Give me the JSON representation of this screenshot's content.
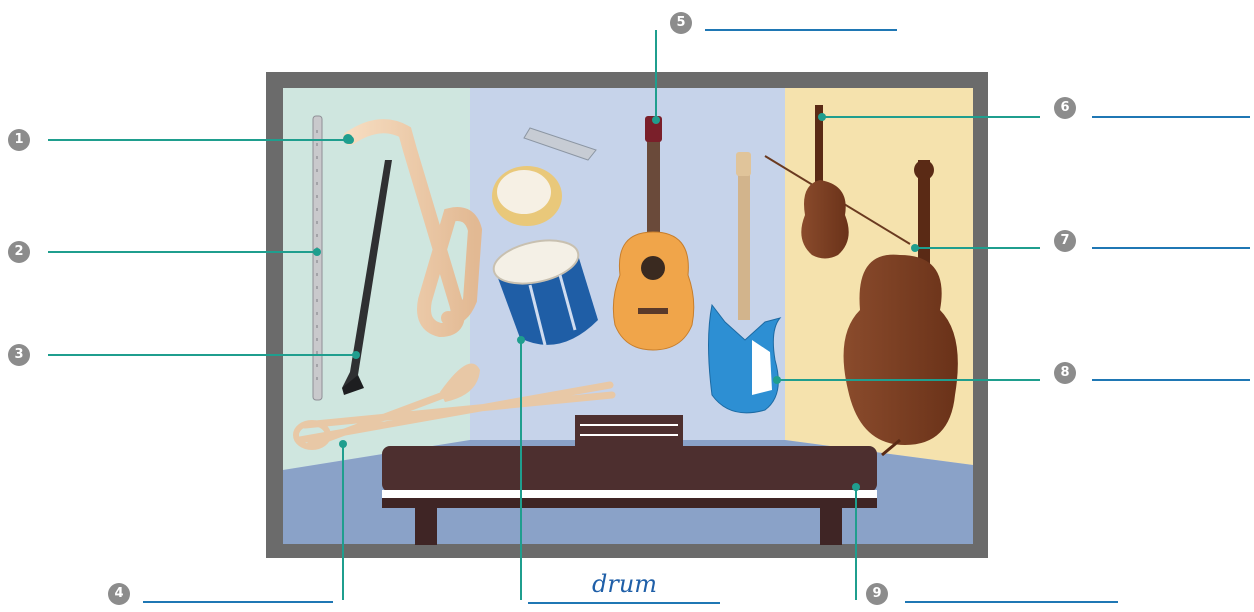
{
  "labels": [
    {
      "number": "1",
      "answer": ""
    },
    {
      "number": "2",
      "answer": ""
    },
    {
      "number": "3",
      "answer": ""
    },
    {
      "number": "4",
      "answer": ""
    },
    {
      "number": "5",
      "answer": ""
    },
    {
      "number": "6",
      "answer": ""
    },
    {
      "number": "7",
      "answer": ""
    },
    {
      "number": "8",
      "answer": ""
    },
    {
      "number": "9",
      "answer": ""
    },
    {
      "number": "",
      "answer": "drum"
    }
  ],
  "colors": {
    "frame": "#6b6b6b",
    "wall_left": "#cfe6df",
    "wall_center": "#c6d3ea",
    "wall_right": "#f5e2ad",
    "floor": "#8aa2c8",
    "leader_line": "#1f9e8e",
    "answer_line": "#1f77b4",
    "answer_text": "#1f5fa8"
  },
  "instruments": [
    "flute-icon",
    "clarinet-icon",
    "saxophone-icon",
    "trombone-icon",
    "harmonica-icon",
    "tambourine-icon",
    "drum-icon",
    "acoustic-guitar-icon",
    "electric-guitar-icon",
    "violin-icon",
    "cello-icon",
    "piano-icon"
  ]
}
